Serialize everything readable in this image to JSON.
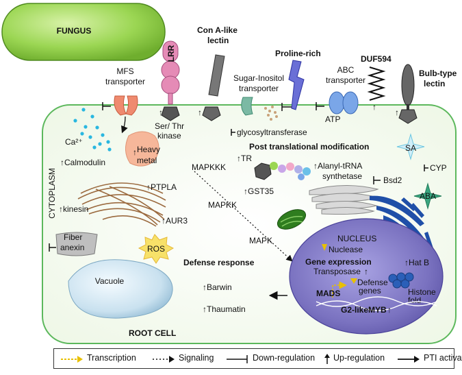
{
  "labels": {
    "fungus": "FUNGUS",
    "mfs": [
      "MFS",
      "transporter"
    ],
    "lrr": "LRR",
    "conA": [
      "Con A-like",
      "lectin"
    ],
    "sugar": [
      "Sugar-Inositol",
      "transporter"
    ],
    "proline": "Proline-rich",
    "abc": [
      "ABC",
      "transporter"
    ],
    "duf": "DUF594",
    "bulb": [
      "Bulb-type",
      "lectin"
    ],
    "ser_thr": [
      "Ser/ Thr",
      "kinase"
    ],
    "glyco": "glycosyltransferase",
    "atp": "ATP",
    "ca": "Ca²⁺",
    "calmodulin": "Calmodulin",
    "heavy_metal": [
      "Heavy",
      "metal"
    ],
    "ptm": "Post translational modification",
    "sa": "SA",
    "cyp": "CYP",
    "aba": "ABA",
    "cytoplasm": "CYTOPLASM",
    "mapkkk": "MAPKKK",
    "tr": "TR",
    "alanyl": [
      "Alanyl-tRNA",
      "synthetase"
    ],
    "bsd2": "Bsd2",
    "gst35": "GST35",
    "ptpla": "PTPLA",
    "kinesin": "kinesin",
    "mapkk": "MAPKK",
    "aur3": "AUR3",
    "fiber": [
      "Fiber",
      "anexin"
    ],
    "ros": "ROS",
    "mapk": "MAPK",
    "nucleus": "NUCLEUS",
    "nuclease": "Nuclease",
    "defense_response": "Defense response",
    "gene_expression": "Gene expression",
    "hatb": "Hat B",
    "transposase": "Transposase",
    "defense_genes": [
      "Defense",
      "genes"
    ],
    "vacuole": "Vacuole",
    "histone": [
      "Histone",
      "fold"
    ],
    "mads": "MADS",
    "g2like": "G2-like",
    "myb": "MYB",
    "barwin": "Barwin",
    "thaumatin": "Thaumatin",
    "root_cell": "ROOT CELL"
  },
  "legend": {
    "transcription": "Transcription",
    "signaling": "Signaling",
    "down": "Down-regulation",
    "up": "Up-regulation",
    "pti": "PTI activation"
  },
  "colors": {
    "fungus_green": "#8fd14f",
    "cell_border": "#5cb85c",
    "nucleus": "#7a72c0",
    "transcription_arrow": "#e8c000"
  }
}
